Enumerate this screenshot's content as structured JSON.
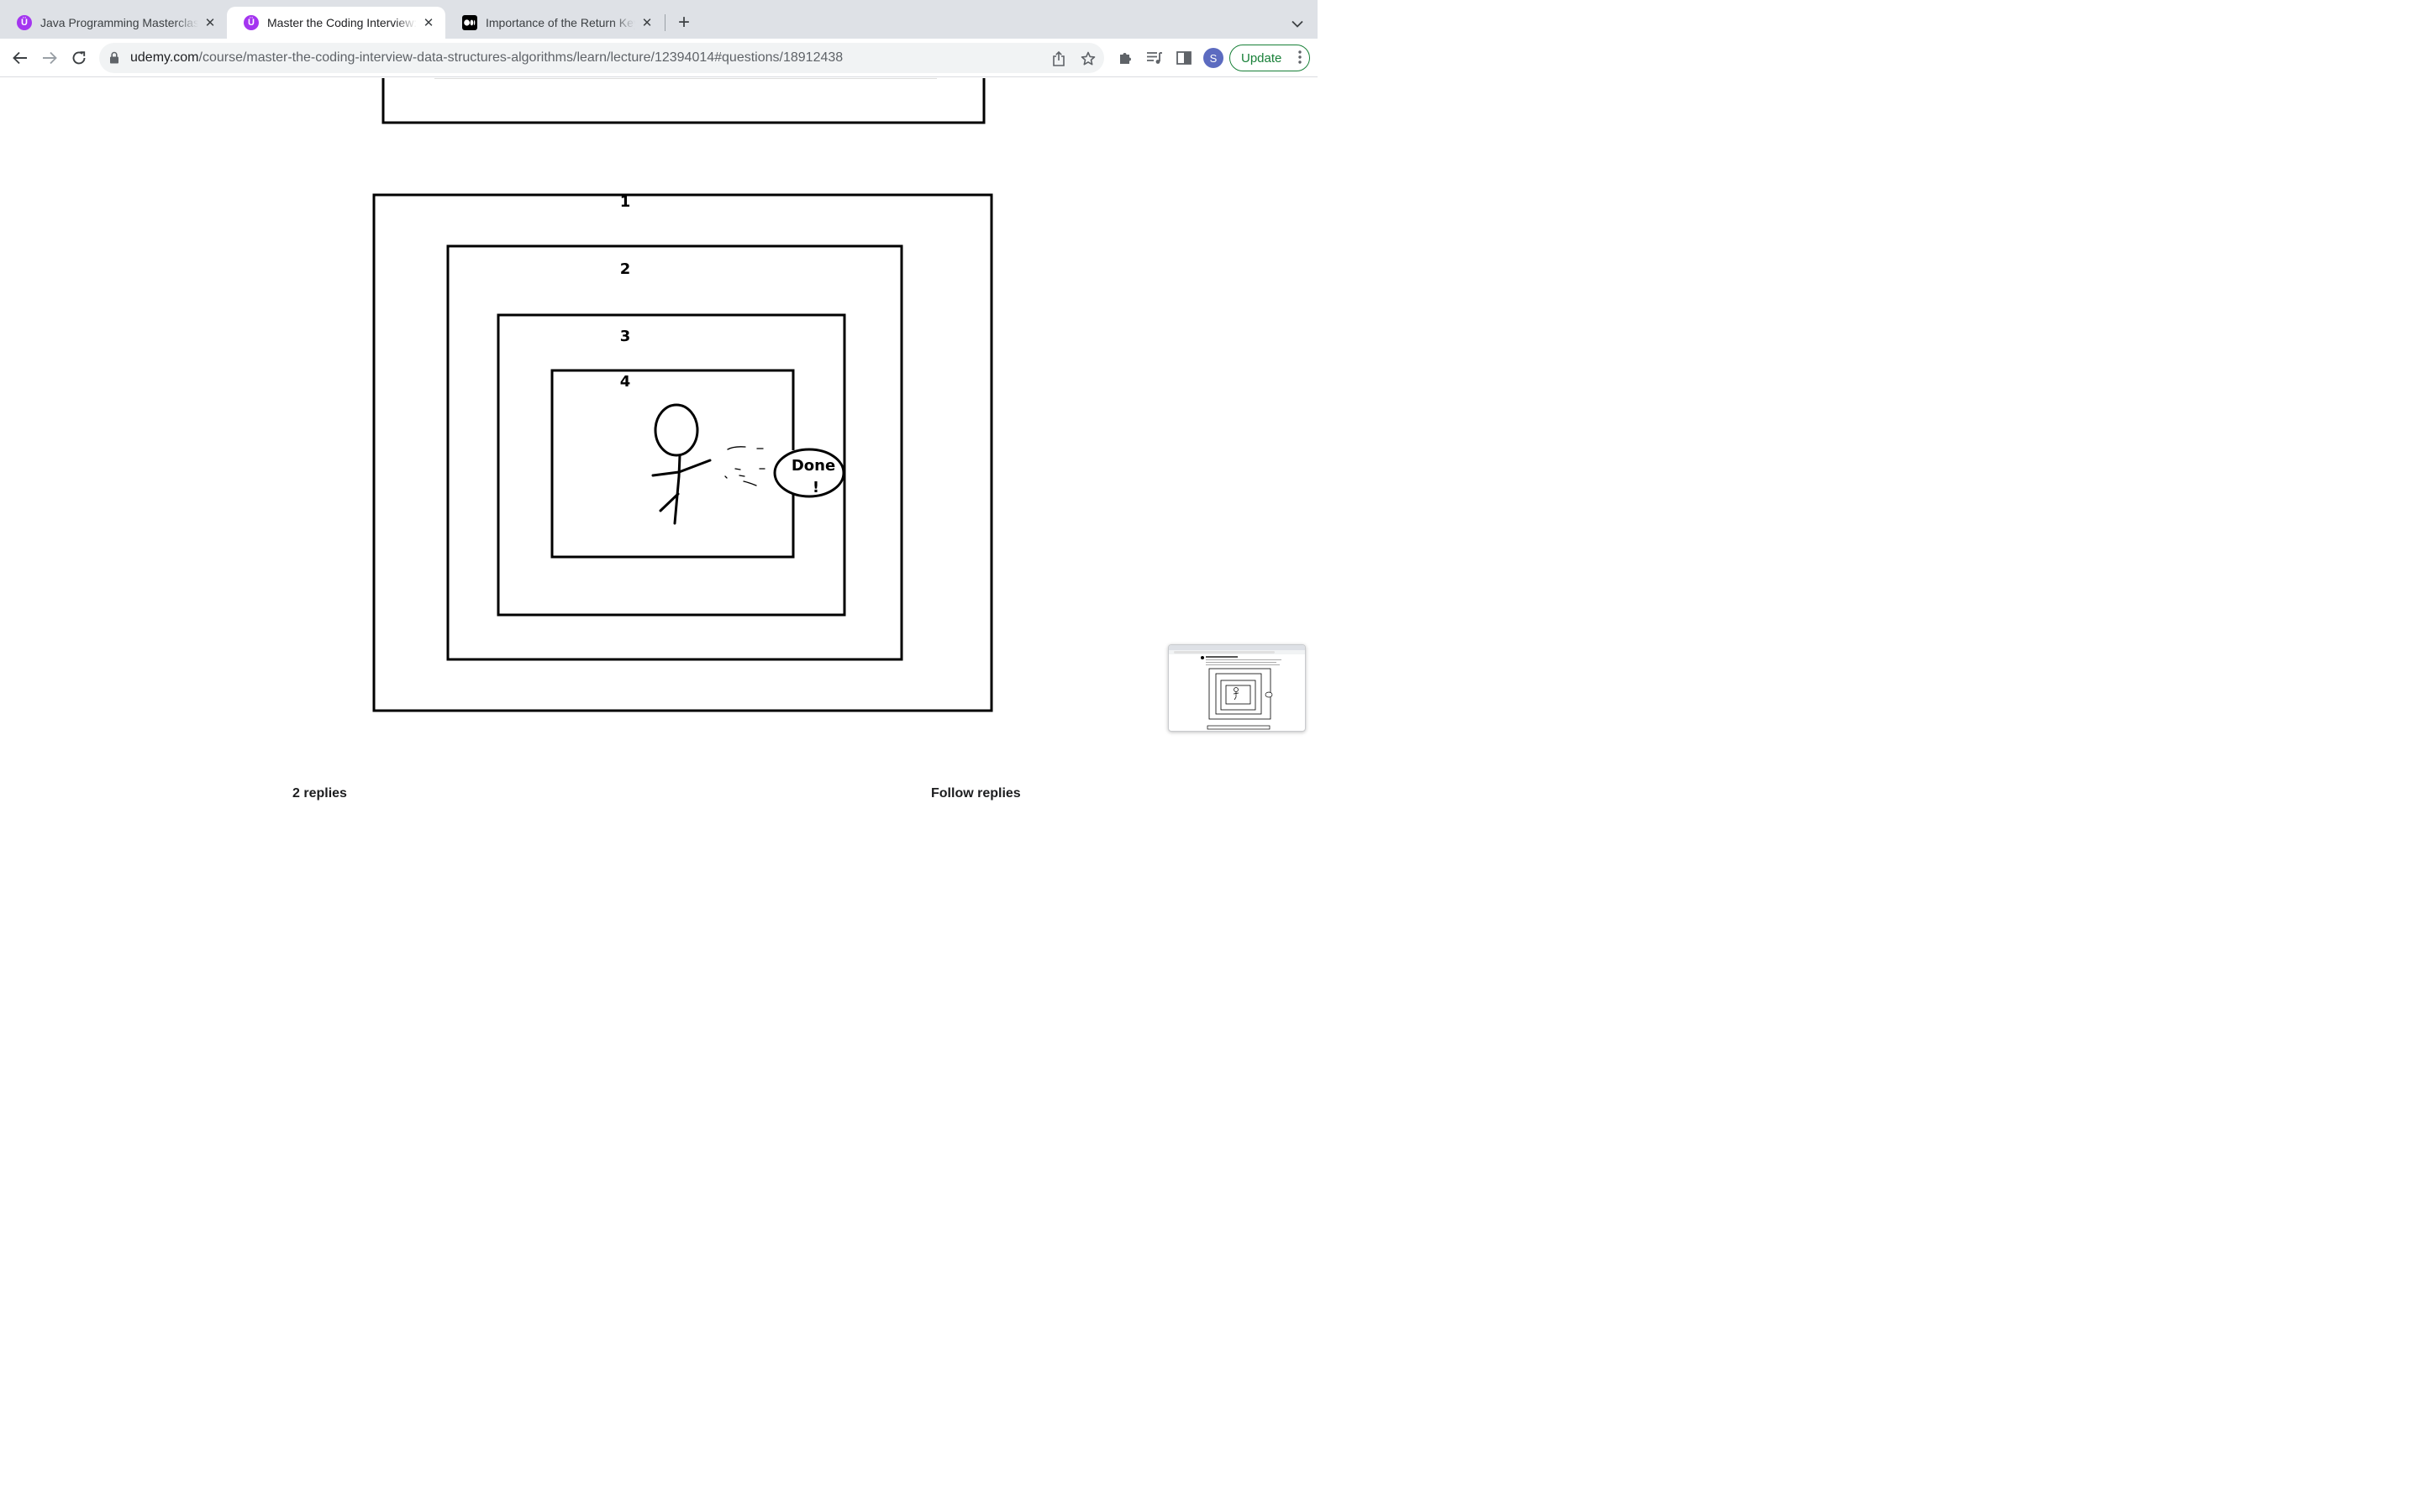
{
  "browser": {
    "tabs": [
      {
        "title": "Java Programming Masterclass",
        "favicon": "udemy-icon",
        "active": false
      },
      {
        "title": "Master the Coding Interview: Data Structures",
        "favicon": "udemy-icon",
        "active": true
      },
      {
        "title": "Importance of the Return Keyword",
        "favicon": "medium-icon",
        "active": false
      }
    ],
    "favicon_udemy_glyph": "Ü",
    "address": {
      "host": "udemy.com",
      "path": "/course/master-the-coding-interview-data-structures-algorithms/learn/lecture/12394014#questions/18912438"
    },
    "profile_initial": "S",
    "update_label": "Update"
  },
  "figure": {
    "box_labels": [
      "1",
      "2",
      "3",
      "4"
    ],
    "bubble_line1": "Done",
    "bubble_line2": "!"
  },
  "replies": {
    "count_label": "2 replies",
    "follow_label": "Follow replies"
  },
  "colors": {
    "udemy_purple": "#a435f0",
    "update_green": "#188038",
    "tabstrip_bg": "#dee1e6"
  }
}
